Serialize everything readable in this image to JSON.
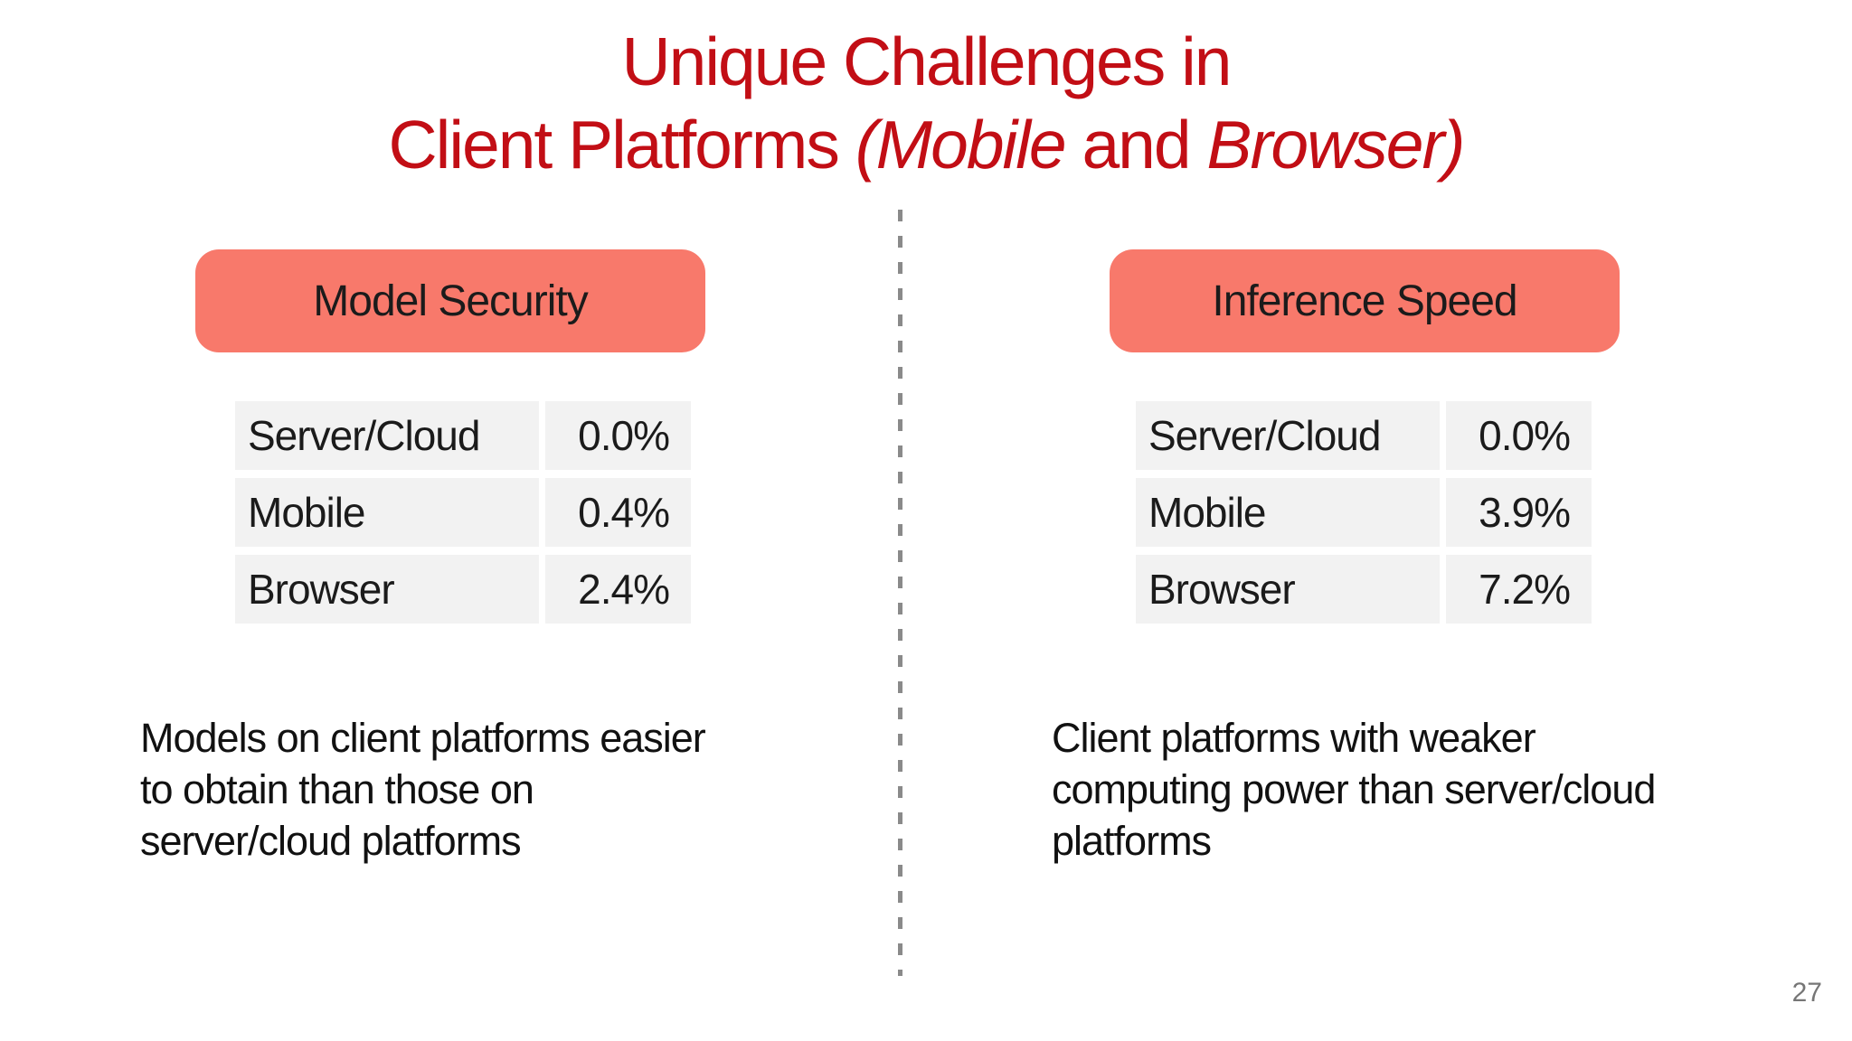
{
  "title": {
    "line1": "Unique Challenges in",
    "line2_segments": [
      {
        "text": "Client Platforms ",
        "style": "normal"
      },
      {
        "text": "(Mobile",
        "style": "italic"
      },
      {
        "text": " and ",
        "style": "normal"
      },
      {
        "text": "Browser)",
        "style": "italic"
      }
    ]
  },
  "left_panel": {
    "header": "Model Security",
    "table": {
      "rows": [
        {
          "label": "Server/Cloud",
          "value": "0.0%"
        },
        {
          "label": "Mobile",
          "value": "0.4%"
        },
        {
          "label": "Browser",
          "value": "2.4%"
        }
      ]
    },
    "note_lines": [
      "Models on client platforms easier",
      "to obtain than those on",
      "server/cloud platforms"
    ]
  },
  "right_panel": {
    "header": "Inference Speed",
    "table": {
      "rows": [
        {
          "label": "Server/Cloud",
          "value": "0.0%"
        },
        {
          "label": "Mobile",
          "value": "3.9%"
        },
        {
          "label": "Browser",
          "value": "7.2%"
        }
      ]
    },
    "note_lines": [
      "Client platforms with weaker",
      "computing power than server/cloud",
      "platforms"
    ]
  },
  "page_number": "27",
  "colors": {
    "title_red": "#C20E15",
    "header_bg": "#F8796B",
    "row_bg": "#F2F2F2",
    "divider": "#8A8A8A",
    "page_number_gray": "#767676"
  }
}
